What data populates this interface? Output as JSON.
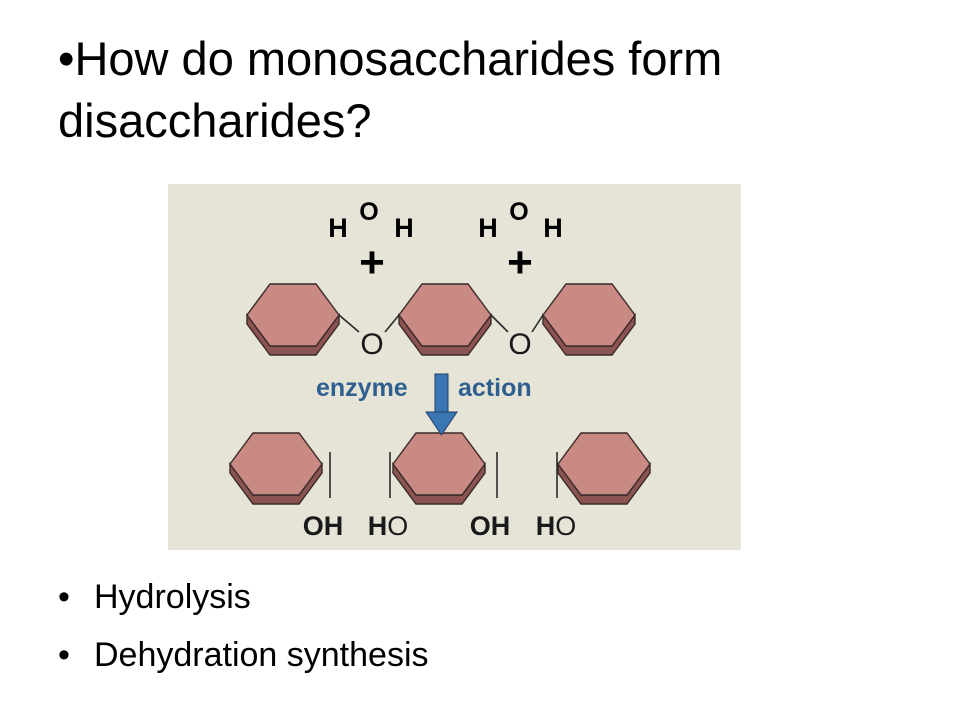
{
  "title": {
    "bullet": "•",
    "text": "How do monosaccharides form disaccharides?"
  },
  "diagram": {
    "water_molecules": [
      {
        "h_left": "H",
        "o": "O",
        "h_right": "H",
        "plus": "+"
      },
      {
        "h_left": "H",
        "o": "O",
        "h_right": "H",
        "plus": "+"
      }
    ],
    "bridge_oxygens": [
      "O",
      "O"
    ],
    "enzyme_label": "enzyme",
    "action_label": "action",
    "products": [
      {
        "bold": "OH",
        "regular": ""
      },
      {
        "bold": "H",
        "regular": "O"
      },
      {
        "bold": "OH",
        "regular": ""
      },
      {
        "bold": "H",
        "regular": "O"
      }
    ],
    "colors": {
      "panel_background": "#e6e4d7",
      "ring_fill": "#c98a84",
      "ring_side": "#8c5450",
      "ring_stroke": "#3a2a28",
      "label_blue": "#2f5f8f",
      "arrow_blue": "#3a76b4"
    }
  },
  "bullets": [
    {
      "dot": "•",
      "text": "Hydrolysis"
    },
    {
      "dot": "•",
      "text": "Dehydration synthesis"
    }
  ]
}
